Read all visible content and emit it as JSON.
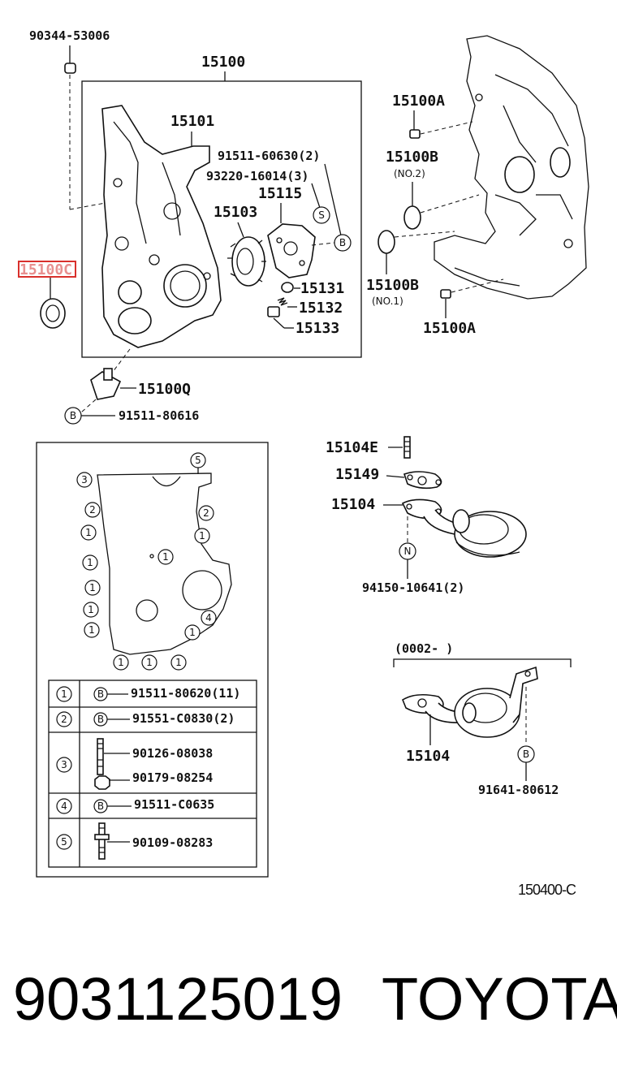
{
  "labels": {
    "p90344": "90344-53006",
    "p15100": "15100",
    "p15101": "15101",
    "p91511_60630": "91511-60630(2)",
    "p93220": "93220-16014(3)",
    "p15115": "15115",
    "p15103": "15103",
    "p15100C": "15100C",
    "p15131": "15131",
    "p15132": "15132",
    "p15133": "15133",
    "p15100Q": "15100Q",
    "p91511_80616": "91511-80616",
    "p15100A_top": "15100A",
    "p15100B_top": "15100B",
    "no2": "(NO.2)",
    "p15100B_bot": "15100B",
    "no1": "(NO.1)",
    "p15100A_bot": "15100A",
    "p15104E": "15104E",
    "p15149": "15149",
    "p15104_top": "15104",
    "p94150": "94150-10641(2)",
    "range": "(0002-         )",
    "p15104_bot": "15104",
    "p91641": "91641-80612",
    "ref": "150400-C"
  },
  "bolt_table": {
    "rows": [
      {
        "num": "1",
        "parts": [
          "91511-80620(11)"
        ]
      },
      {
        "num": "2",
        "parts": [
          "91551-C0830(2)"
        ]
      },
      {
        "num": "3",
        "parts": [
          "90126-08038",
          "90179-08254"
        ]
      },
      {
        "num": "4",
        "parts": [
          "91511-C0635"
        ]
      },
      {
        "num": "5",
        "parts": [
          "90109-08283"
        ]
      }
    ]
  },
  "markers": {
    "S": "S",
    "B": "B",
    "N": "N"
  },
  "footer": {
    "part_number": "9031125019",
    "brand": "TOYOTA"
  },
  "colors": {
    "highlight": "#d9302c",
    "ink": "#111111"
  }
}
